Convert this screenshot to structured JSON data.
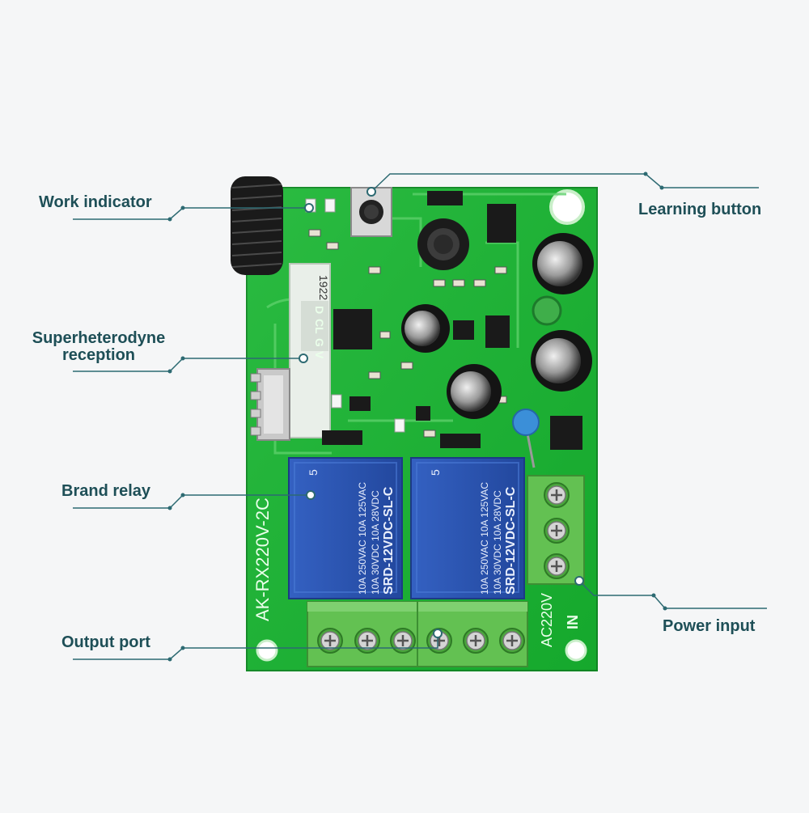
{
  "labels": {
    "work_indicator": "Work indicator",
    "superheterodyne_line1": "Superheterodyne",
    "superheterodyne_line2": "reception",
    "brand_relay": "Brand relay",
    "output_port": "Output port",
    "learning_button": "Learning button",
    "power_input": "Power input"
  },
  "board": {
    "model_text": "AK-RX220V-2C",
    "power_text": "AC220V",
    "in_text": "IN",
    "module_code": "1922",
    "module_pins": [
      "D",
      "CL",
      "G",
      "V"
    ],
    "relay": {
      "model": "SRD-12VDC-SL-C",
      "rating_line1": "10A 250VAC  10A 125VAC",
      "rating_line2": "10A 30VDC   10A 28VDC",
      "number": "5"
    }
  },
  "colors": {
    "board": "#17b530",
    "board_dark": "#0f8f24",
    "relay_blue": "#2a53b0",
    "terminal_green": "#63c152",
    "label": "#1e4f57",
    "leader": "#2d6a72",
    "background": "#f5f6f7"
  }
}
